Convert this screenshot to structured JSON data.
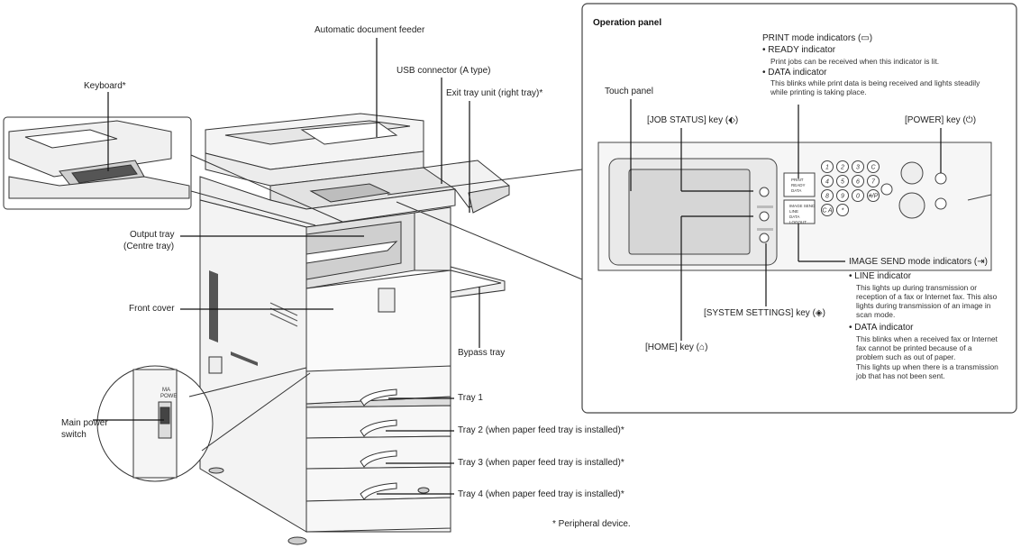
{
  "labels": {
    "keyboard": "Keyboard*",
    "adf": "Automatic document feeder",
    "usb": "USB connector (A type)",
    "exit_tray": "Exit tray unit (right tray)*",
    "output_tray_1": "Output tray",
    "output_tray_2": "(Centre tray)",
    "front_cover": "Front cover",
    "bypass_tray": "Bypass tray",
    "main_power_1": "Main power",
    "main_power_2": "switch",
    "tray1": "Tray 1",
    "tray2": "Tray 2 (when paper feed tray is installed)*",
    "tray3": "Tray 3 (when paper feed tray is installed)*",
    "tray4": "Tray 4 (when paper feed tray is installed)*",
    "peripheral_note": "* Peripheral device."
  },
  "operation_panel": {
    "title": "Operation panel",
    "print_mode": "PRINT mode indicators (",
    "print_mode_end": ")",
    "ready_indicator": "• READY indicator",
    "ready_desc": "Print jobs can be received when this indicator is lit.",
    "data_indicator": "• DATA indicator",
    "data_desc_1": "This blinks while print data is being received and lights steadily",
    "data_desc_2": "while printing is taking place.",
    "touch_panel": "Touch panel",
    "job_status": "[JOB STATUS] key (",
    "job_status_end": ")",
    "power_key": "[POWER] key (",
    "power_key_end": ")",
    "image_send": "IMAGE SEND mode indicators (",
    "image_send_end": ")",
    "line_indicator": "• LINE indicator",
    "line_desc_1": "This lights up during transmission or",
    "line_desc_2": "reception of a fax or Internet fax. This also",
    "line_desc_3": "lights during transmission of an image in",
    "line_desc_4": "scan mode.",
    "data_indicator_2": "• DATA indicator",
    "data2_desc_1": "This blinks when a received fax or Internet",
    "data2_desc_2": "fax cannot be printed because of a",
    "data2_desc_3": "problem such as out of paper.",
    "data2_desc_4": "This lights up when there is a transmission",
    "data2_desc_5": "job that has not been sent.",
    "system_settings": "[SYSTEM SETTINGS] key (",
    "system_settings_end": ")",
    "home_key": "[HOME] key (",
    "home_key_end": ")",
    "keypad_keys": [
      "1",
      "2",
      "3",
      "C",
      "4",
      "5",
      "6",
      "7",
      "8",
      "9",
      "0",
      "#/P",
      "C A",
      "*"
    ],
    "print_ind_labels": [
      "PRINT",
      "READY",
      "DATA"
    ],
    "send_ind_labels": [
      "IMAGE SEND",
      "LINE",
      "DATA",
      "LOGOUT"
    ]
  }
}
